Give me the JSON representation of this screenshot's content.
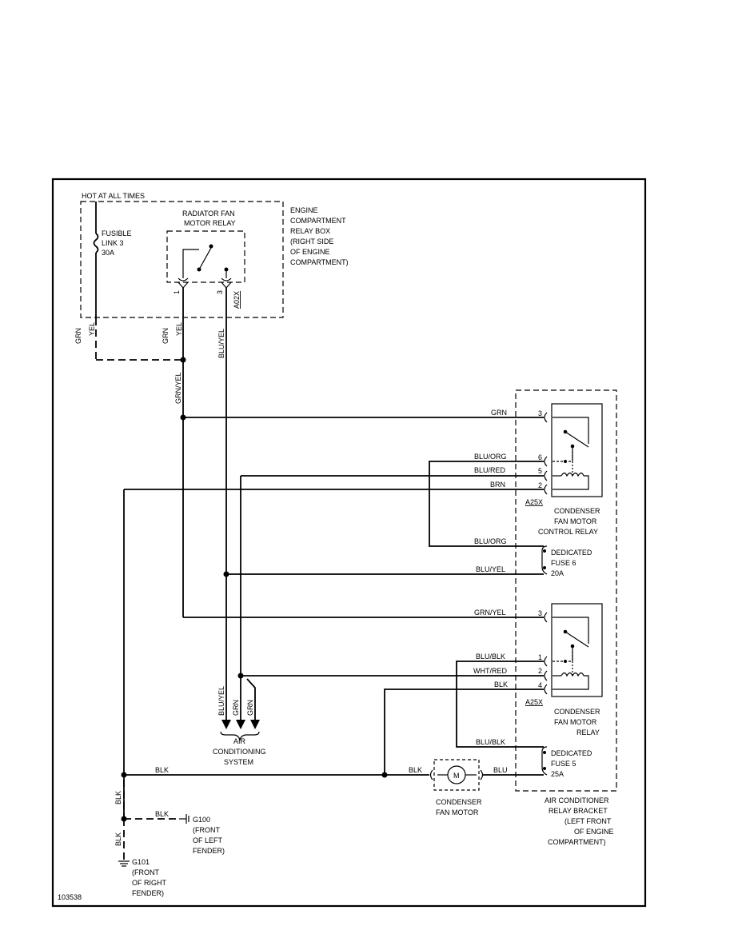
{
  "diagram_id": "103538",
  "labels": {
    "hot_at_all_times": "HOT AT ALL TIMES",
    "engine_box": [
      "ENGINE",
      "COMPARTMENT",
      "RELAY BOX",
      "(RIGHT SIDE",
      "OF ENGINE",
      "COMPARTMENT)"
    ],
    "radiator_relay": [
      "RADIATOR FAN",
      "MOTOR RELAY"
    ],
    "fusible_link": [
      "FUSIBLE",
      "LINK 3",
      "30A"
    ],
    "connector_a02x": "A02X",
    "connector_a25x": "A25X",
    "pin_1": "1",
    "pin_2": "2",
    "pin_3": "3",
    "pin_4": "4",
    "pin_5": "5",
    "pin_6": "6",
    "cond_control_relay": [
      "CONDENSER",
      "FAN MOTOR",
      "CONTROL RELAY"
    ],
    "dedicated_fuse6": [
      "DEDICATED",
      "FUSE 6",
      "20A"
    ],
    "cond_relay": [
      "CONDENSER",
      "FAN MOTOR",
      "RELAY"
    ],
    "dedicated_fuse5": [
      "DEDICATED",
      "FUSE 5",
      "25A"
    ],
    "cond_motor": [
      "CONDENSER",
      "FAN MOTOR"
    ],
    "motor_symbol": "M",
    "ac_system": [
      "AIR",
      "CONDITIONING",
      "SYSTEM"
    ],
    "bracket": [
      "AIR CONDITIONER",
      "RELAY BRACKET",
      "(LEFT FRONT",
      "OF ENGINE",
      "COMPARTMENT)"
    ],
    "g100": [
      "G100",
      "(FRONT",
      "OF LEFT",
      "FENDER)"
    ],
    "g101": [
      "G101",
      "(FRONT",
      "OF RIGHT",
      "FENDER)"
    ]
  },
  "wires": {
    "grn_top": "GRN",
    "yel": "YEL",
    "grn_yel": "GRN/YEL",
    "blu_yel": "BLU/YEL",
    "grn": "GRN",
    "blu_org": "BLU/ORG",
    "blu_red": "BLU/RED",
    "brn": "BRN",
    "blu_blk": "BLU/BLK",
    "wht_red": "WHT/RED",
    "blk": "BLK",
    "blu": "BLU"
  }
}
